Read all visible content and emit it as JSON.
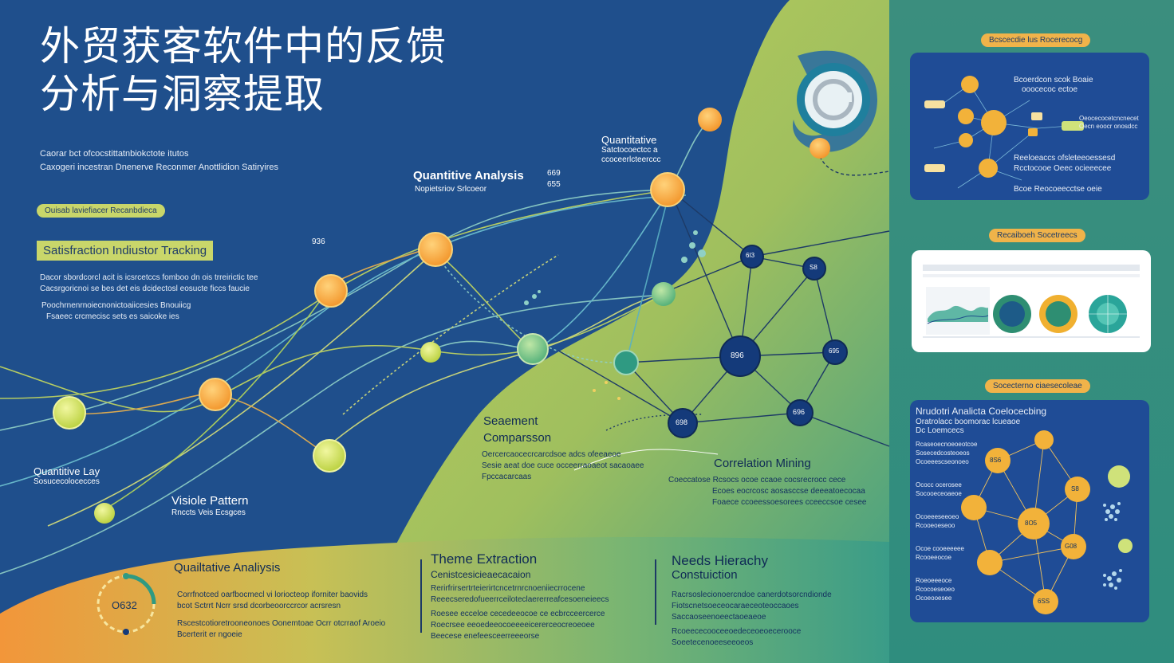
{
  "title": {
    "line1": "外贸获客软件中的反馈",
    "line2": "分析与洞察提取"
  },
  "subtitle": {
    "line1": "Caorar bct ofcocstittatnbiokctote itutos",
    "line2": "Caxogeri incestran Dnenerve Reconmer Anottlidion Satiryires"
  },
  "left": {
    "pill": "Ouisab laviefiacer Recanbdieca",
    "tracking_label": "Satisfraction Indiustor Tracking",
    "tracking_para": [
      "Dacor sbordcorcl acit is icsrcetccs fomboo dn ois trreirictic tee",
      "Cacsrgoricnoi se bes det eis dcidectosl eosucte ficcs faucie"
    ],
    "para2": [
      "Poochrnenrnoiecnonictoaiicesies Bnouiicg",
      "Fsaeec crcmecisc sets es saicoke ies"
    ],
    "quant_label": "Quantitive Lay",
    "quant_sub": "Sosucecolocecces",
    "visible_label": "Visiole Pattern",
    "visible_sub": "Rnccts Veis Ecsgces"
  },
  "center": {
    "quant_analysis": "Quantitive Analysis",
    "quant_analysis_sub": "Nopietsriov Srlcoeor",
    "quant_num1": "669",
    "quant_num2": "655",
    "quant_top_label": "Quantitative",
    "quant_top_sub1": "Satctocoectcc a",
    "quant_top_sub2": "ccoceerlcteerccc",
    "small_num": "936",
    "segment_label1": "Seaement",
    "segment_label2": "Comparsson",
    "segment_para": [
      "Oercercaocecrcarcdsoe adcs ofeeaeoe",
      "Sesie aeat doe cuce occeerraoaeot sacaoaee",
      "Fpccacarcaas"
    ],
    "correlation_label": "Correlation Mining",
    "correlation_para": [
      "Coeccatose  Rcsocs ocoe ccaoe cocsrecrocc cece",
      "Ecoes eocrcosc aosasccse deeeatoecocaa",
      "Foaece ccoeessoesorees cceeccsoe cesee"
    ],
    "node_labels": [
      "6I3",
      "S8",
      "896",
      "695",
      "698",
      "696"
    ]
  },
  "bottom": {
    "gauge_value": "O632",
    "qual_title": "Quailtative Analiysis",
    "qual_para": [
      "Corrfnotced oarfbocmecl vi loriocteop iforniter baovids",
      "bcot Sctrrt Ncrr srsd dcorbeoorccrcor acrsresn",
      "Rscestcotioretrooneonoes Oonemtoae Ocrr otcrraof Aroeio",
      "Bcerterit er ngoeie"
    ],
    "theme_title": "Theme Extraction",
    "theme_sub": "Cenistcesicieaecacaion",
    "theme_para": [
      "Rerirfrirsertrteierirtcncetrnrcnoeniiecrrocene",
      "Reeecseredofueerrceiloteclaererreafcesoeneieecs",
      "Roesee ecceloe cecedeeocoe ce ecbrcceercerce",
      "Roecrsee eeoedeeocoeeeeicererceocreoeoee",
      "Beecese enefeesceerreeeorse"
    ],
    "needs_title": "Needs Hierachy",
    "needs_sub": "Constuiction",
    "needs_para": [
      "Racrsoslecionoercndoe canerdotsorcndionde",
      "Fiotscnetsoeceocaraeceoteoccaoes",
      "Saccaoseenoeectaoeaeoe",
      "Rcoeececooceeoedeceoeoecerooce",
      "Soeetecenoeeseeoeos"
    ]
  },
  "right": {
    "pill1": "Bcscecdie lus Rocerecocg",
    "panel1_texts": [
      "Bcoerdcon scok Boaie",
      "ooocecoc ectoe",
      "Oeocecocetcncnecet",
      "Oecn eoocr onosdcc",
      "Reeloeaccs ofsleteeoessesd",
      "Rcctocooe Oeec ocieeecee",
      "Bcoe Reocoeecctse oeie"
    ],
    "pill2": "Recaiboeh Socetreecs",
    "pill3": "Socecterno ciaesecoleae",
    "panel3_title": "Nrudotri Analicta  Coelocecbing",
    "panel3_sub1": "Oratrolacc boomorac lcueaoe",
    "panel3_sub2": "Dc Loemcecs",
    "panel3_lines": [
      "Rcaseoecnoeoeotcoe",
      "Sosecedcosteoeos",
      "Ocoeeescseonoeo",
      "Ococc ocerosee",
      "Socooeceoaeoe",
      "Ocoeeeseeoeo",
      "Rcooeoeseoo",
      "Ocoe cooeeeeee",
      "Rcooeeocoe",
      "Roeoeeeoce",
      "Rcocoeseoeo",
      "Ocoeooesee"
    ],
    "panel3_nodes": [
      "8S6",
      "S8",
      "8O5",
      "G08",
      "6SS"
    ]
  },
  "colors": {
    "navy": "#1f4f8c",
    "lime": "#c8d66a",
    "orange": "#f2a23a",
    "teal": "#3a9e8a",
    "node_dark": "#143a7a"
  }
}
